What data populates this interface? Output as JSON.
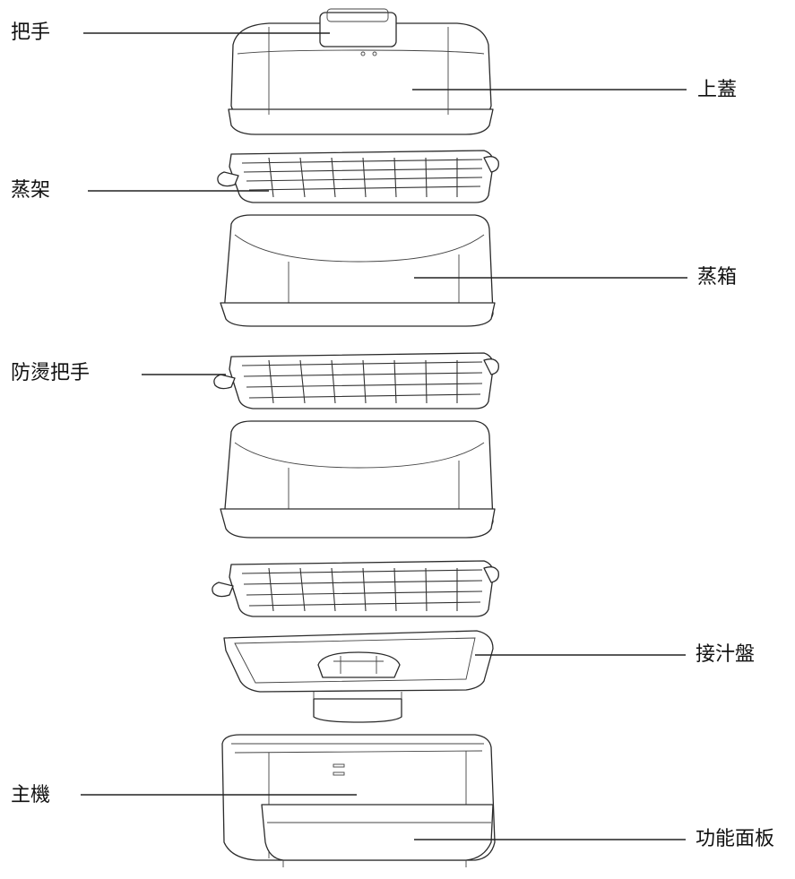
{
  "labels": {
    "handle": "把手",
    "lid": "上蓋",
    "steam_rack": "蒸架",
    "steam_box": "蒸箱",
    "heat_proof_handle": "防燙把手",
    "drip_tray": "接汁盤",
    "main_unit": "主機",
    "control_panel": "功能面板"
  }
}
